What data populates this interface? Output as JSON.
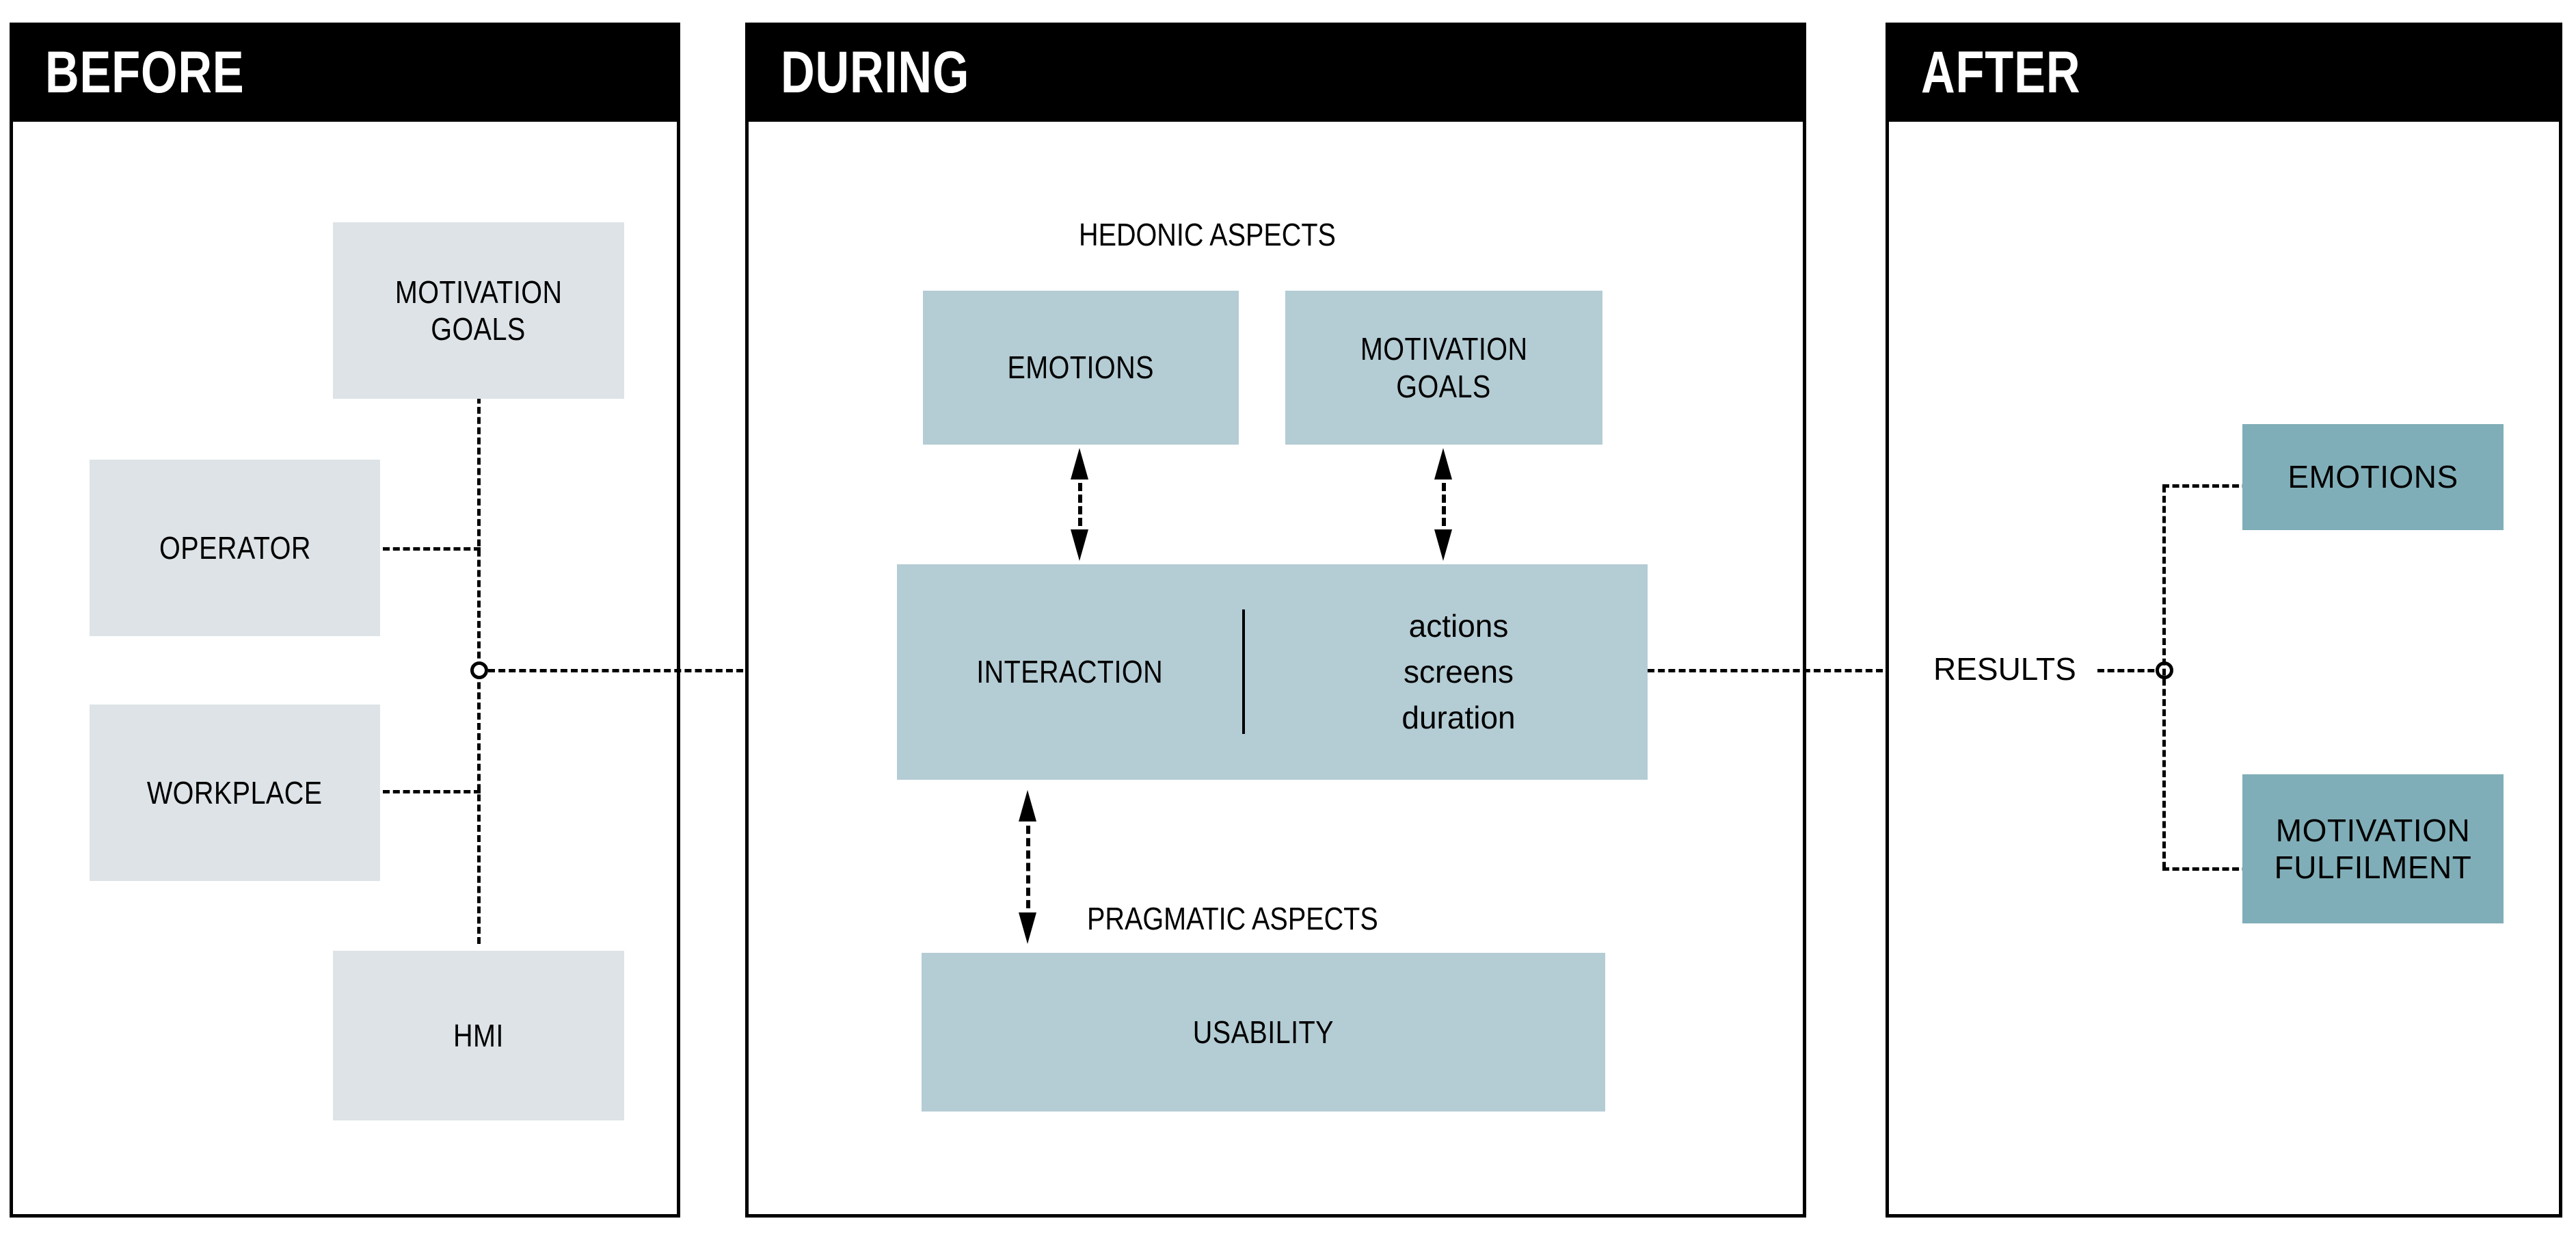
{
  "colors": {
    "header_bg": "#000000",
    "header_text": "#ffffff",
    "box_light": "#dde3e6",
    "box_mid": "#b4ccd4",
    "box_dark": "#80aeb8",
    "line": "#000000",
    "page_bg": "#ffffff"
  },
  "panels": {
    "before": {
      "title": "BEFORE",
      "boxes": {
        "motivation_goals": "MOTIVATION GOALS",
        "motivation_goals_line1": "MOTIVATION",
        "motivation_goals_line2": "GOALS",
        "operator": "OPERATOR",
        "workplace": "WORKPLACE",
        "hmi": "HMI"
      }
    },
    "during": {
      "title": "DURING",
      "labels": {
        "hedonic": "HEDONIC ASPECTS",
        "pragmatic": "PRAGMATIC ASPECTS"
      },
      "boxes": {
        "emotions": "EMOTIONS",
        "motivation_goals_line1": "MOTIVATION",
        "motivation_goals_line2": "GOALS",
        "interaction": "INTERACTION",
        "usability": "USABILITY"
      },
      "interaction_metrics": [
        "actions",
        "screens",
        "duration"
      ]
    },
    "after": {
      "title": "AFTER",
      "labels": {
        "results": "RESULTS"
      },
      "boxes": {
        "emotions": "EMOTIONS",
        "motivation_fulfilment_line1": "MOTIVATION",
        "motivation_fulfilment_line2": "FULFILMENT"
      }
    }
  }
}
